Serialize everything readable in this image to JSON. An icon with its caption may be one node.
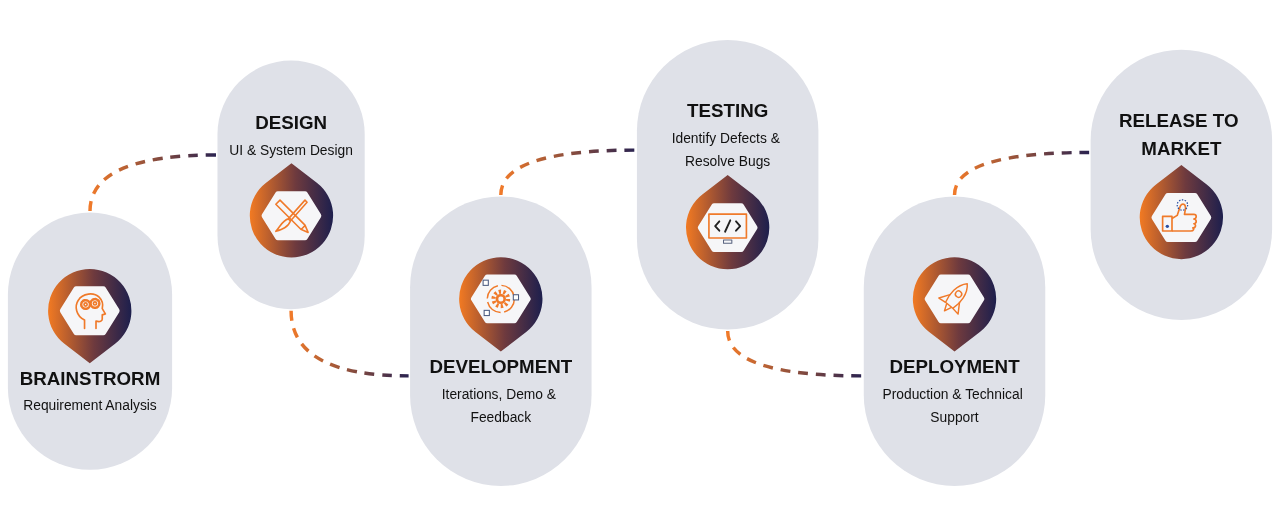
{
  "diagram": {
    "nodes": [
      {
        "text": [
          "BRAINSTRORM",
          "Requirement Analysis"
        ]
      },
      {
        "text": [
          "DESIGN",
          "UI & System Design"
        ]
      },
      {
        "text": [
          "DEVELOPMENT",
          "Iterations, Demo & Feedback"
        ]
      },
      {
        "text": [
          "TESTING",
          "Identify Defects & Resolve Bugs"
        ]
      },
      {
        "text": [
          "DEPLOYMENT",
          "Production & Technical Support"
        ]
      },
      {
        "text": [
          "RELEASE TO MARKET"
        ]
      }
    ],
    "edges": [
      {
        "from": 0,
        "to": 1,
        "arrow": "none",
        "style": "dashed"
      },
      {
        "from": 1,
        "to": 2,
        "arrow": "none",
        "style": "dashed"
      },
      {
        "from": 2,
        "to": 3,
        "arrow": "none",
        "style": "dashed"
      },
      {
        "from": 3,
        "to": 4,
        "arrow": "none",
        "style": "dashed"
      },
      {
        "from": 4,
        "to": 5,
        "arrow": "none",
        "style": "dashed"
      }
    ]
  }
}
